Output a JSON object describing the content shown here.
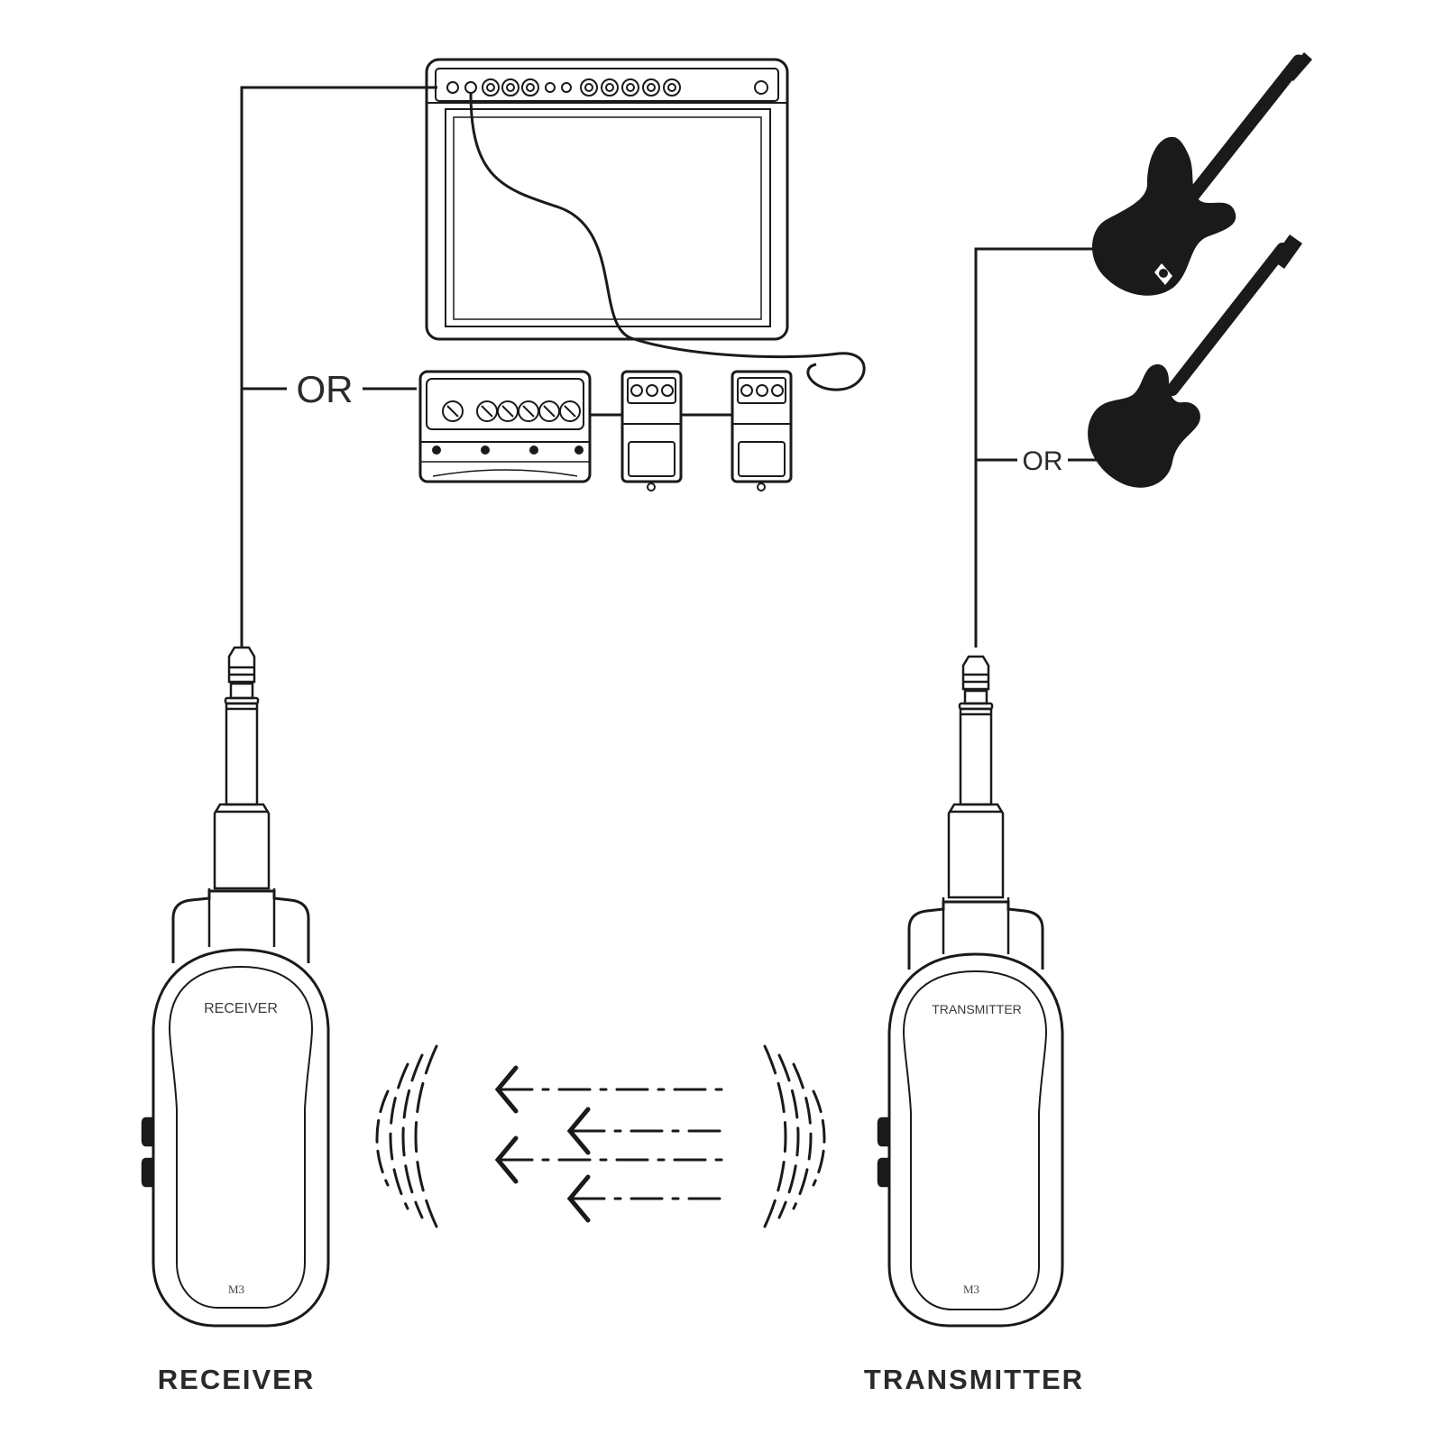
{
  "labels": {
    "or_amp": "OR",
    "or_guitar": "OR",
    "receiver_device": "RECEIVER",
    "transmitter_device": "TRANSMITTER",
    "receiver_model": "M3",
    "transmitter_model": "M3",
    "receiver_caption": "RECEIVER",
    "transmitter_caption": "TRANSMITTER"
  },
  "icons": {
    "amplifier": "amplifier-icon",
    "multi_effects": "multi-effects-pedal-icon",
    "pedal_1": "effects-pedal-icon",
    "pedal_2": "effects-pedal-icon",
    "guitar_strat": "electric-guitar-icon",
    "guitar_lp": "electric-guitar-icon",
    "receiver": "wireless-receiver-icon",
    "transmitter": "wireless-transmitter-icon",
    "signal": "wireless-signal-icon"
  },
  "colors": {
    "line": "#1a1a1a",
    "background": "#ffffff"
  }
}
